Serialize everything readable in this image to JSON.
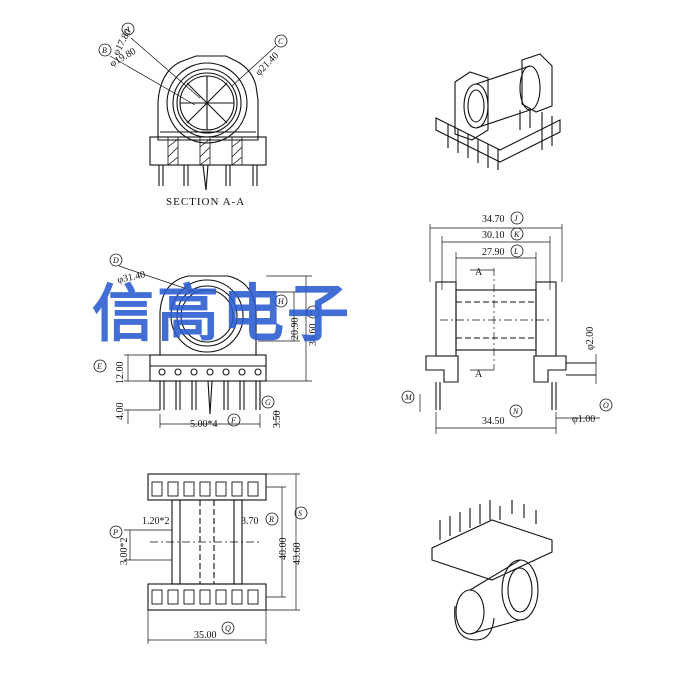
{
  "section_label": "SECTION A-A",
  "watermark": "信高电子",
  "section_marks": {
    "upper": "A",
    "lower": "A"
  },
  "dimensions": {
    "A": {
      "letter": "A",
      "value": "φ17.80"
    },
    "B": {
      "letter": "B",
      "value": "φ19.80"
    },
    "C": {
      "letter": "C",
      "value": "φ21.40"
    },
    "D": {
      "letter": "D",
      "value": "φ31.40"
    },
    "E": {
      "letter": "E",
      "value": "12.00"
    },
    "F": {
      "letter": "F",
      "value": "5.00*4"
    },
    "G": {
      "letter": "G",
      "value": "3.50"
    },
    "H": {
      "letter": "H",
      "value": "20.90"
    },
    "I": {
      "letter": "I",
      "value": "36.60"
    },
    "J": {
      "letter": "J",
      "value": "34.70"
    },
    "K": {
      "letter": "K",
      "value": "30.10"
    },
    "L": {
      "letter": "L",
      "value": "27.90"
    },
    "M": {
      "letter": "M",
      "value": ""
    },
    "N": {
      "letter": "N",
      "value": "34.50"
    },
    "O": {
      "letter": "O",
      "value": "φ1.00"
    },
    "P": {
      "letter": "P",
      "value": "3.00*2"
    },
    "Q": {
      "letter": "Q",
      "value": "35.00"
    },
    "R": {
      "letter": "R",
      "value": "40.00"
    },
    "S": {
      "letter": "S",
      "value": "43.60"
    },
    "extra": {
      "pin_height": "4.00",
      "pin_pitch_row": "1.20*2",
      "slot": "3.70",
      "slot_width": "φ2.00"
    }
  }
}
